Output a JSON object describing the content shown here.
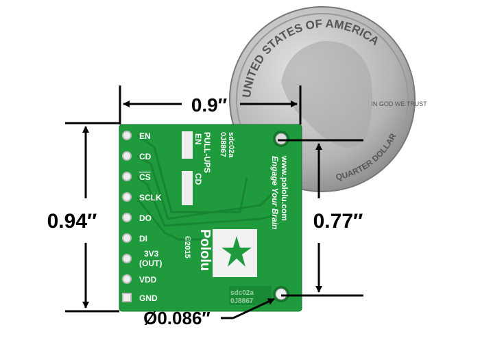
{
  "dimensions": {
    "width": "0.9″",
    "height": "0.94″",
    "hole_spacing": "0.77″",
    "hole_diameter": "Ø0.086″"
  },
  "board": {
    "pins": [
      "EN",
      "CD",
      "CS",
      "SCLK",
      "DO",
      "DI",
      "3V3",
      "(OUT)",
      "VDD",
      "GND"
    ],
    "pullups_label": "PULL-UPS",
    "pullup_en": "EN",
    "pullup_cd": "CD",
    "part_number": "sdc02a",
    "serial": "0J8867",
    "website": "www.pololu.com",
    "slogan": "Engage Your Brain",
    "brand": "Pololu",
    "copyright": "©2015",
    "label_part": "sdc02a",
    "label_serial": "0J8867"
  },
  "coin": {
    "top_text": "UNITED STATES OF AMERICA",
    "motto": "IN GOD WE TRUST",
    "bottom_text": "QUARTER DOLLAR"
  },
  "colors": {
    "pcb": "#1f9a3c",
    "coin": "#b9b9b9"
  }
}
